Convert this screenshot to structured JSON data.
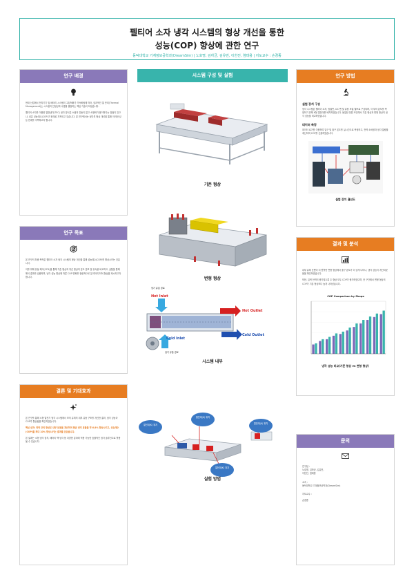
{
  "header": {
    "title_line1": "펠티어 소자 냉각 시스템의 형상 개선을 통한",
    "title_line2": "성능(COP) 향상에 관한 연구",
    "authors": "동덕대학교 기계정보공학과(DreamSim) | 노호명, 김하균, 김유빈, 이한진, 염태용 | 지도교수 : 손경종"
  },
  "background": {
    "heading": "연구 배경",
    "icon": "lightbulb-icon",
    "para1": "현대 산업에서 전자기기 및 배터리 시스템의 고집적화가 가속화됨에 따라, 효과적인 열 관리(Thermal Management)는 시스템의 안정성과 수명을 결정하는 핵심 기술이 되었습니다.",
    "para2": "펠티어 소자를 이용한 열전냉각(TEC) 냉각 방식은 소음과 진동이 없고 소형화가 용이하다는 장점이 있으나, 낮은 성능계수(COP)가 한계로 지적되고 있습니다. 본 연구에서는 냉각부 형상 개선을 통해 이러한 성능 한계를 극복하고자 합니다."
  },
  "goals": {
    "heading": "연구 목표",
    "icon": "target-icon",
    "para1": "본 연구의 최종 목적은 펠티어 소자 냉각 시스템의 형상 개선을 통해 성능계수(COP)를 향상시키는 것입니다.",
    "para2": "이를 위해 유동 해석(CFD)을 통해 기존 형상과 개선 형상의 온도 분포 및 유속을 비교하고, 실험을 통해 해석 결과를 검증하며, 냉각 성능 향상에 따른 COP 변화를 정량적으로 분석하여 최적 형상을 제시하고자 합니다."
  },
  "conclusion": {
    "heading": "결론 및 기대효과",
    "icon": "sparkle-icon",
    "para1": "본 연구를 통해 소형 열전기 냉각 시스템에서 모의 유체의 내부 유동 구조를 개선한 결과, 냉각 성능과 COP가 향상됨을 확인하였습니다.",
    "highlight": "핵심 성과: 최적 모의 형상은 내부 유동을 개선하여 평균 냉각 효율을 약 6.8% 향상시키고, 성능계수(COP)를 최대 10% 향상시키는 결과를 얻었습니다.",
    "para2": "본 설계는 소형 냉각 장치, 배터리 팩 냉각 등 다양한 분야에 적용 가능한 효율적인 냉각 솔루션으로 활용될 수 있습니다."
  },
  "system": {
    "heading": "시스템 구성 및 실험",
    "caption_existing": "기존 형상",
    "caption_improved": "변형 형상",
    "caption_internal": "시스템 내부",
    "caption_method": "실험 방법",
    "label_top": "냉기 유입 경로",
    "label_bottom": "냉기 유출 경로",
    "hot_inlet": "Hot Inlet",
    "cold_inlet": "Cold Inlet",
    "hot_outlet": "Hot Outlet",
    "cold_outlet": "Cold Outlet",
    "bubble_left": "열전대(K) 위치",
    "bubble_center": "열전대(K) 위치",
    "bubble_right": "열전대(K) 위치",
    "bubble_bottom": "열전대(K) 위치"
  },
  "method": {
    "heading": "연구 방법",
    "icon": "microscope-icon",
    "sub1": "실험 장치 구성",
    "para1": "냉각 시스템은 펠티어 소자, 방열판, DC 팬 및 유량 조절 밸브로 구성되며, 각 부의 온도를 측정하기 위해 K형 열전대를 배치하였습니다. 동일한 전원 조건에서 기존 형상과 변형 형상의 냉각 성능을 비교하였습니다.",
    "sub2": "데이터 측정",
    "para2": "데이터 로거를 이용하여 입구 및 출구 온도를 실시간으로 측정하고, 전력 소비량과 냉각 열량을 계산하여 COP를 산출하였습니다.",
    "caption": "실험 장치 결선도"
  },
  "results": {
    "heading": "결과 및 분석",
    "icon": "chart-icon",
    "para1": "내부 유체 흐름이 더 원활한 변형 형상에서 출구 온도가 더 낮게 나타나, 냉각 성능이 개선되었음을 확인하였습니다.",
    "para2": "또한, 입력 전력이 증가할수록 두 형상 모두 COP가 증가하였으며, 전 구간에서 변형 형상의 COP가 기존 형상보다 높게 나타났습니다.",
    "caption": "냉각 성능 비교(기존 형상 vs 변형 형상)"
  },
  "chart_data": {
    "type": "bar",
    "title": "COP Comparison by Shape",
    "xlabel": "",
    "ylabel": "",
    "ylim": [
      0,
      0.9
    ],
    "series": [
      {
        "name": "",
        "color": "#7b68b8",
        "values": [
          0.16,
          0.22,
          0.25,
          0.31,
          0.34,
          0.4,
          0.46,
          0.52,
          0.58,
          0.63,
          0.68
        ]
      },
      {
        "name": "",
        "color": "#38b4ac",
        "values": [
          0.18,
          0.25,
          0.29,
          0.35,
          0.38,
          0.45,
          0.52,
          0.58,
          0.64,
          0.69,
          0.74
        ]
      }
    ]
  },
  "contact": {
    "heading": "문의",
    "icon": "mail-icon",
    "label1": "연구팀 :",
    "value1": "노호명, 김하균, 김유빈,",
    "value1b": "이한진, 염태용",
    "label2": "소속 :",
    "value2": "동덕대학교 기계정보공학과(DreamSim)",
    "label3": "지도교수 :",
    "value3": "손경종"
  }
}
